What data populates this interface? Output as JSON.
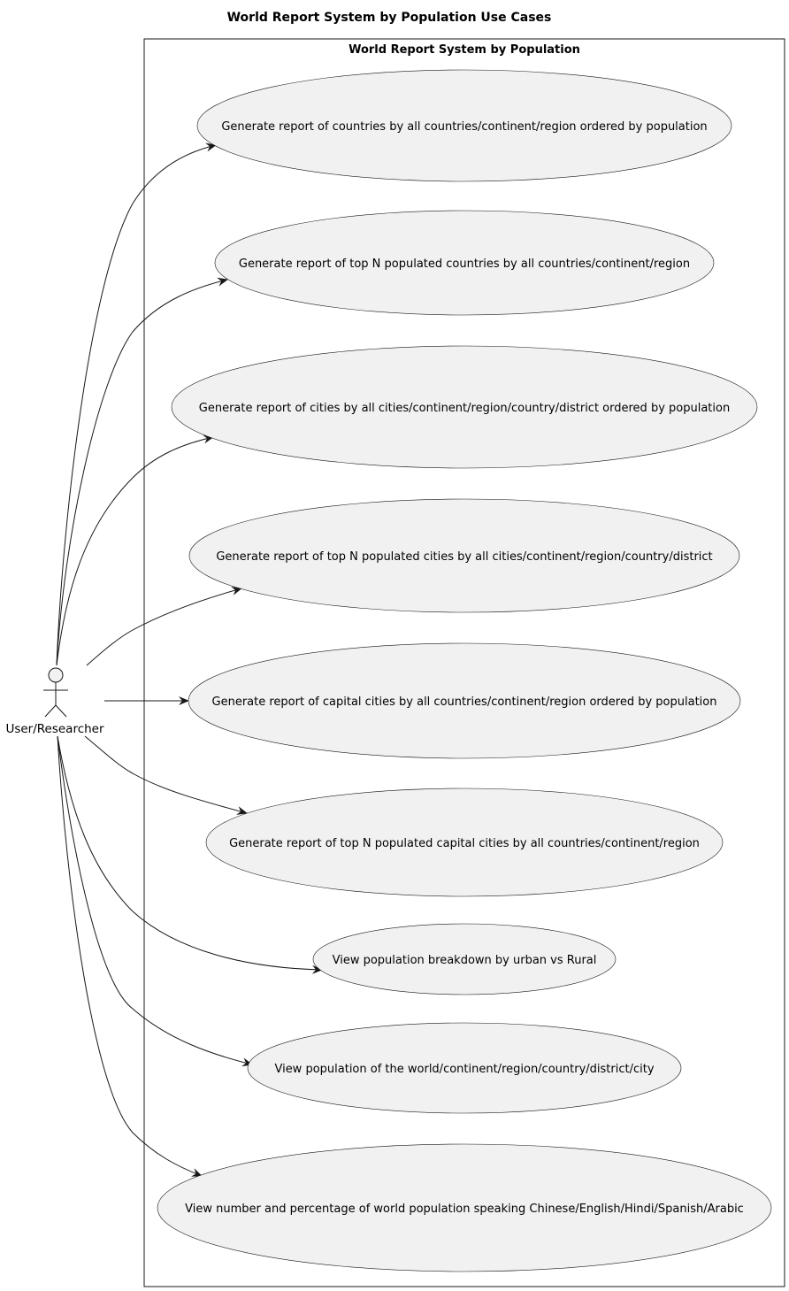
{
  "diagram": {
    "title": "World Report System by Population Use Cases",
    "system_boundary_label": "World Report System by Population",
    "actor": {
      "label": "User/Researcher",
      "icon": "stick-figure-actor-icon"
    },
    "use_cases": [
      "Generate report of countries by all countries/continent/region ordered by population",
      "Generate report of top N populated countries by all countries/continent/region",
      "Generate report of cities by all cities/continent/region/country/district ordered by population",
      "Generate report of top N populated cities by all cities/continent/region/country/district",
      "Generate report of capital cities by all countries/continent/region ordered by population",
      "Generate report of top N populated capital cities by all countries/continent/region",
      "View population breakdown by urban vs Rural",
      "View population of the world/continent/region/country/district/city",
      "View number and percentage of world population speaking Chinese/English/Hindi/Spanish/Arabic"
    ],
    "colors": {
      "use_case_fill": "#f1f1f1",
      "line": "#181818"
    }
  }
}
